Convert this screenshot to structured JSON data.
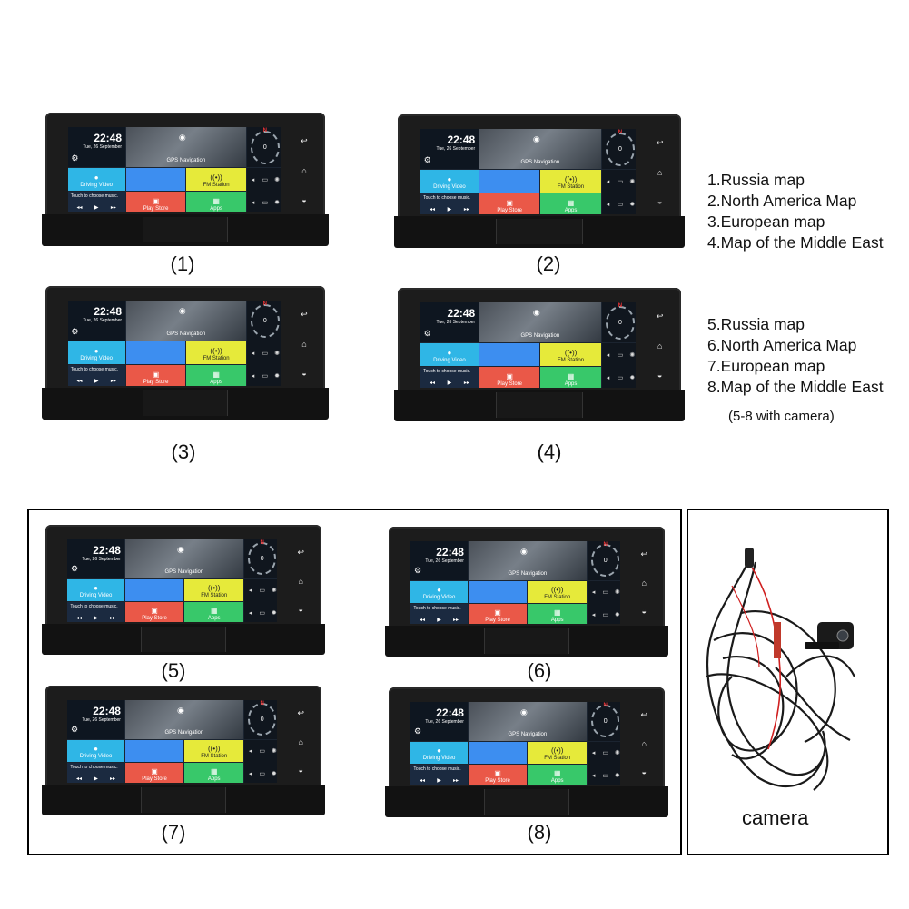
{
  "screen": {
    "time": "22:48",
    "date": "Tue, 26 September",
    "gps_label": "GPS Navigation",
    "compass_north": "N",
    "speed": "0",
    "driving_video": "Driving Video",
    "fm_station": "FM Station",
    "music_prompt": "Touch to choose music.",
    "play_store": "Play Store",
    "apps": "Apps"
  },
  "captions": [
    "(1)",
    "(2)",
    "(3)",
    "(4)",
    "(5)",
    "(6)",
    "(7)",
    "(8)"
  ],
  "list_a": [
    "1.Russia map",
    "2.North America Map",
    "3.European map",
    "4.Map of the Middle East"
  ],
  "list_b": [
    "5.Russia map",
    "6.North America Map",
    "7.European map",
    "8.Map of the Middle East"
  ],
  "camera_note": "(5-8 with camera)",
  "camera_label": "camera",
  "icons": {
    "gear": "gear-icon",
    "pin": "map-pin-icon",
    "video": "video-icon",
    "radio": "radio-icon",
    "store": "store-bag-icon",
    "apps": "apps-grid-icon",
    "back": "back-arrow-icon",
    "home": "home-icon",
    "recent": "recent-icon"
  }
}
